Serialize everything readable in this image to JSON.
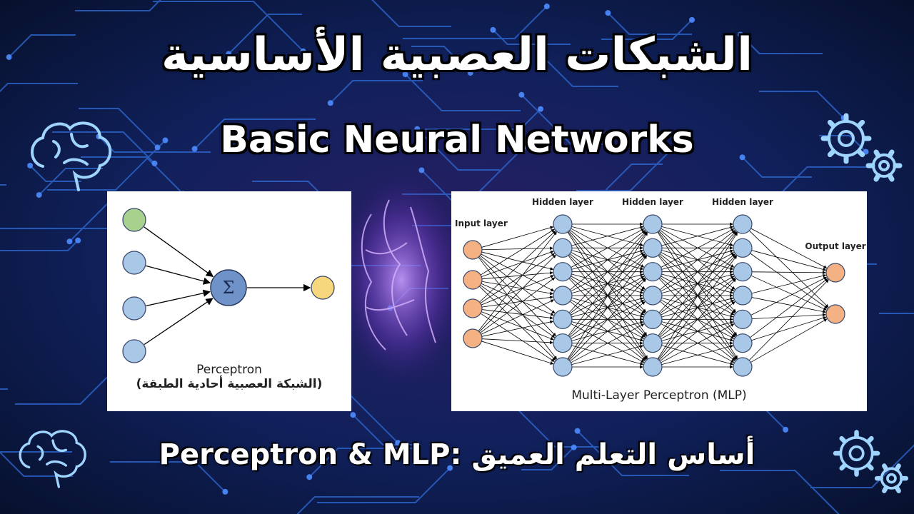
{
  "title_ar": "الشبكات العصبية الأساسية",
  "title_en": "Basic Neural Networks",
  "perceptron": {
    "sum_symbol": "Σ",
    "caption_en": "Perceptron",
    "caption_ar": "(الشبكة العصبية أحادية الطبقة)",
    "input_colors": [
      "#a9d18e",
      "#a9c8e8",
      "#a9c8e8",
      "#a9c8e8"
    ],
    "sum_color": "#6f93c9",
    "output_color": "#f6d77e"
  },
  "mlp": {
    "labels": {
      "input": "Input layer",
      "hidden1": "Hidden layer",
      "hidden2": "Hidden layer",
      "hidden3": "Hidden layer",
      "output": "Output layer"
    },
    "caption": "Multi-Layer Perceptron (MLP)",
    "layer_sizes": [
      4,
      7,
      7,
      7,
      2
    ],
    "input_color": "#f4b183",
    "hidden_color": "#a9c8e8",
    "output_color": "#f4b183"
  },
  "subtitle": "Perceptron & MLP: أساس التعلم العميق",
  "colors": {
    "background": "#0b1740",
    "circuit": "#2f6bd6",
    "glow": "#b36cf0"
  },
  "icons": [
    "brain-icon",
    "gear-icon"
  ]
}
